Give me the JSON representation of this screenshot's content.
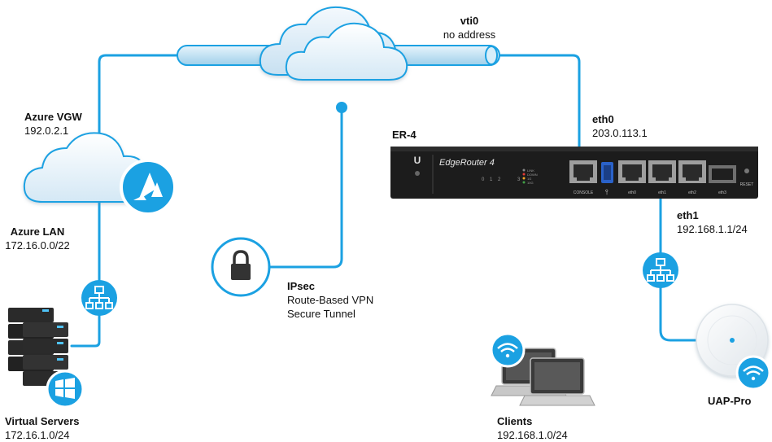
{
  "colors": {
    "link": "#1ba1e2",
    "tube_fill": "#cfe8f5",
    "cloud_fill": "#e6f1f8",
    "router_body": "#1c1c1c",
    "accent": "#1e88c8"
  },
  "nodes": {
    "vti0": {
      "name": "vti0",
      "detail": "no address"
    },
    "azure_vgw": {
      "name": "Azure VGW",
      "detail": "192.0.2.1"
    },
    "azure_lan": {
      "name": "Azure LAN",
      "detail": "172.16.0.0/22"
    },
    "virtual_servers": {
      "name": "Virtual Servers",
      "detail": "172.16.1.0/24"
    },
    "ipsec": {
      "name": "IPsec",
      "line1": "Route-Based VPN",
      "line2": "Secure Tunnel"
    },
    "er4": {
      "name": "ER-4"
    },
    "eth0": {
      "name": "eth0",
      "detail": "203.0.113.1"
    },
    "eth1": {
      "name": "eth1",
      "detail": "192.168.1.1/24"
    },
    "clients": {
      "name": "Clients",
      "detail": "192.168.1.0/24"
    },
    "uap": {
      "name": "UAP-Pro"
    }
  },
  "router": {
    "model": "EdgeRouter 4",
    "brand_glyph": "U",
    "leds": [
      "0",
      "1",
      "2",
      "3"
    ],
    "port_labels": [
      "CONSOLE",
      "eth0",
      "eth1",
      "eth2",
      "eth3"
    ],
    "reset_label": "RESET",
    "legend": [
      "LINK",
      "DOWN",
      "1G",
      "10G"
    ]
  },
  "icons": [
    "azure-icon",
    "lock-icon",
    "network-switch-icon",
    "windows-icon",
    "wifi-icon",
    "server-icon",
    "laptop-icon",
    "access-point-icon",
    "usb-icon"
  ]
}
